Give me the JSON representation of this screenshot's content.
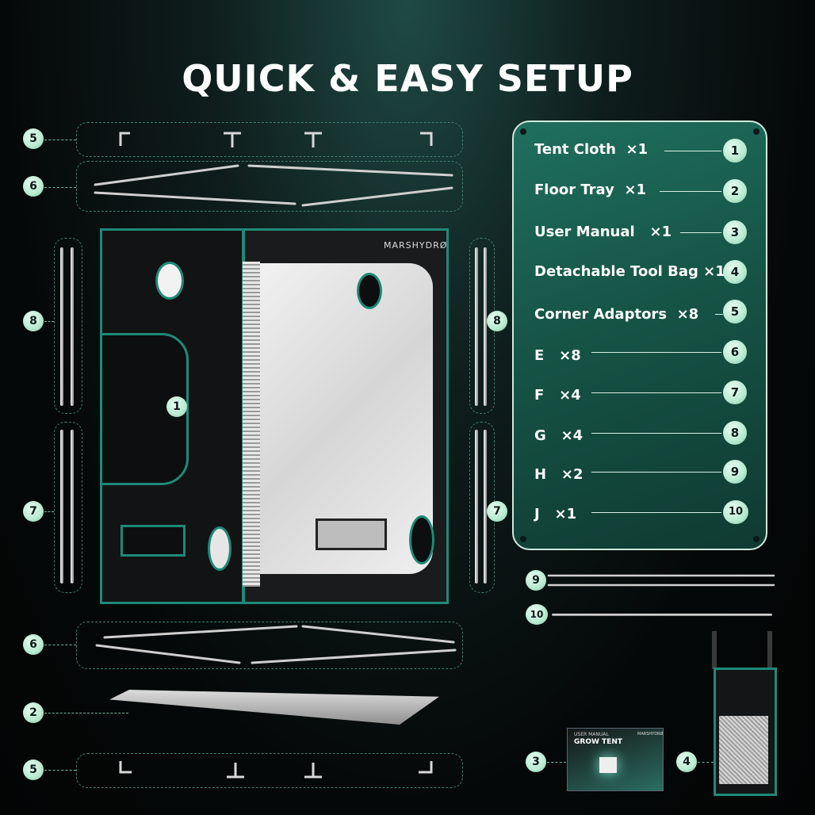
{
  "title": "QUICK & EASY SETUP",
  "brand": "MARSHYDRØ",
  "manual_cover": {
    "subtitle": "USER MANUAL",
    "title": "GROW TENT",
    "brand": "MARSHYDRØ"
  },
  "parts": [
    {
      "num": "1",
      "label": "Tent Cloth",
      "qty": "×1"
    },
    {
      "num": "2",
      "label": "Floor Tray",
      "qty": "×1"
    },
    {
      "num": "3",
      "label": "User Manual",
      "qty": "×1"
    },
    {
      "num": "4",
      "label": "Detachable Tool Bag",
      "qty": "×1"
    },
    {
      "num": "5",
      "label": "Corner Adaptors",
      "qty": "×8"
    },
    {
      "num": "6",
      "label": "E",
      "qty": "×8"
    },
    {
      "num": "7",
      "label": "F",
      "qty": "×4"
    },
    {
      "num": "8",
      "label": "G",
      "qty": "×4"
    },
    {
      "num": "9",
      "label": "H",
      "qty": "×2"
    },
    {
      "num": "10",
      "label": "J",
      "qty": "×1"
    }
  ],
  "callouts": {
    "corner_top": "5",
    "poles_top": "6",
    "left_upper": "8",
    "left_lower": "7",
    "tent": "1",
    "right_upper": "8",
    "right_lower": "7",
    "poles_bottom": "6",
    "tray": "2",
    "corner_bottom": "5",
    "pole_h": "9",
    "pole_j": "10",
    "manual": "3",
    "bag": "4"
  },
  "colors": {
    "accent": "#1d8a78",
    "badge": "#b7ead1",
    "panel": "#165446"
  }
}
